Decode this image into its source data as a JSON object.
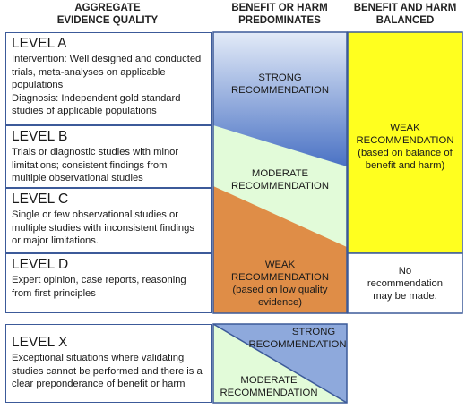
{
  "headers": {
    "evidence_quality": [
      "AGGREGATE",
      "EVIDENCE QUALITY"
    ],
    "benefit_harm_predominates": [
      "BENEFIT OR HARM",
      "PREDOMINATES"
    ],
    "benefit_harm_balanced": [
      "BENEFIT AND HARM",
      "BALANCED"
    ]
  },
  "levels": [
    {
      "title": "LEVEL A",
      "lines": [
        "Intervention: Well designed and conducted",
        "trials, meta-analyses on applicable",
        "populations",
        "Diagnosis: Independent gold standard",
        "studies of applicable populations"
      ]
    },
    {
      "title": "LEVEL B",
      "lines": [
        "Trials or diagnostic studies with minor",
        "limitations; consistent findings from",
        "multiple observational studies"
      ]
    },
    {
      "title": "LEVEL C",
      "lines": [
        "Single or few observational studies or",
        "multiple studies with inconsistent findings",
        "or major limitations."
      ]
    },
    {
      "title": "LEVEL D",
      "lines": [
        "Expert opinion, case reports, reasoning",
        "from first principles"
      ]
    },
    {
      "title": "LEVEL X",
      "lines": [
        "Exceptional situations where validating",
        "studies cannot be performed and there is a",
        "clear preponderance of benefit or harm"
      ]
    }
  ],
  "recommendations": {
    "strong": [
      "STRONG",
      "RECOMMENDATION"
    ],
    "moderate": [
      "MODERATE",
      "RECOMMENDATION"
    ],
    "weak_low_quality": [
      "WEAK",
      "RECOMMENDATION",
      "(based on low quality",
      "evidence)"
    ],
    "weak_balance": [
      "WEAK",
      "RECOMMENDATION",
      "(based on balance of",
      "benefit and harm)"
    ],
    "no_recommendation": [
      "No",
      "recommendation",
      "may be made."
    ],
    "x_strong": [
      "STRONG",
      "RECOMMENDATION"
    ],
    "x_moderate": [
      "MODERATE",
      "RECOMMENDATION"
    ]
  },
  "colors": {
    "strong_top": "#e3ebf8",
    "strong_bottom": "#4a72c4",
    "moderate": "#e2fbd9",
    "weak": "#df8d47",
    "balanced": "#ffff1f",
    "border": "#3c5a99",
    "x_strong": "#8ea9dc"
  }
}
